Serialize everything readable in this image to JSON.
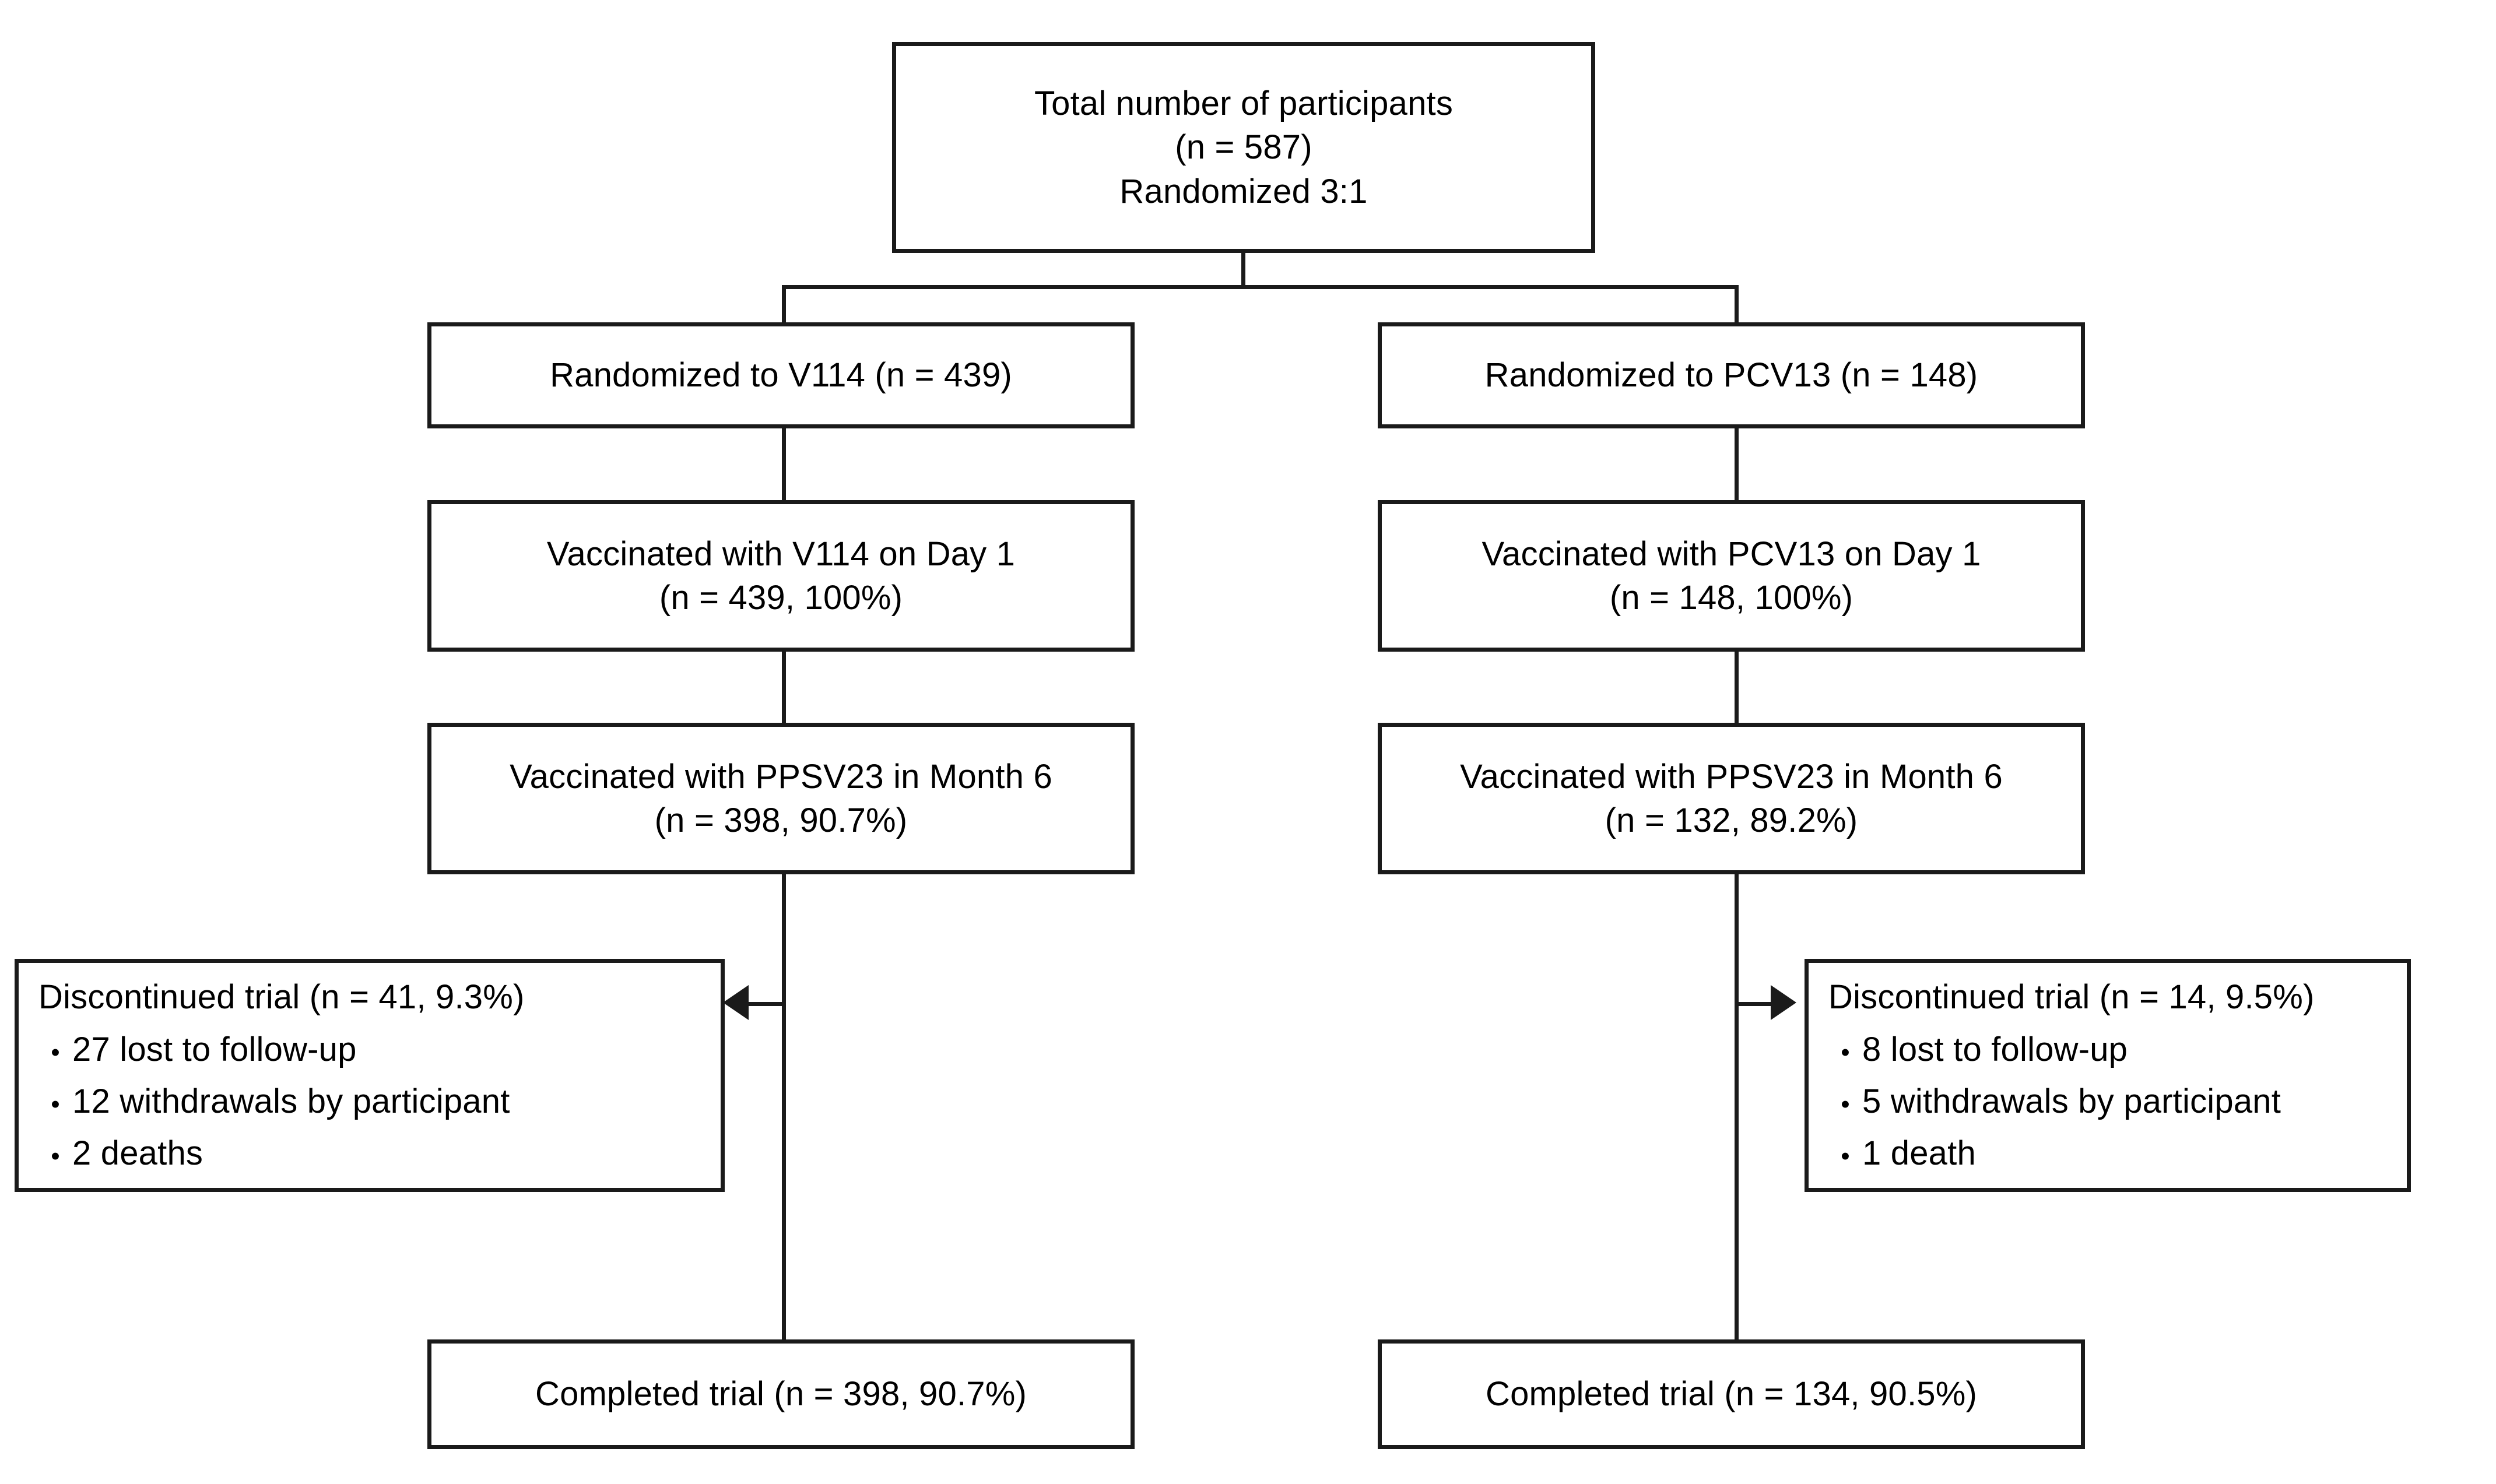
{
  "diagram": {
    "type": "flowchart",
    "title": "Clinical trial participant disposition flow diagram",
    "accent_color": "#1a1a1a",
    "background_color": "#ffffff",
    "nodes": {
      "total": {
        "line1": "Total number of participants",
        "line2": "(n = 587)",
        "line3": "Randomized 3:1"
      },
      "rand_v114": {
        "line1": "Randomized to V114 (n = 439)"
      },
      "rand_pcv13": {
        "line1": "Randomized to PCV13 (n = 148)"
      },
      "vacc_v114_day1": {
        "line1": "Vaccinated with V114 on Day 1",
        "line2": "(n = 439, 100%)"
      },
      "vacc_pcv13_day1": {
        "line1": "Vaccinated with PCV13 on Day 1",
        "line2": "(n = 148, 100%)"
      },
      "ppsv23_v114": {
        "line1": "Vaccinated with PPSV23 in Month 6",
        "line2": "(n = 398, 90.7%)"
      },
      "ppsv23_pcv13": {
        "line1": "Vaccinated with PPSV23 in Month 6",
        "line2": "(n = 132, 89.2%)"
      },
      "disc_v114": {
        "heading": "Discontinued trial (n = 41, 9.3%)",
        "bullet_glyph": "•",
        "bullets": [
          "27 lost to follow-up",
          "12 withdrawals by participant",
          "2 deaths"
        ]
      },
      "disc_pcv13": {
        "heading": "Discontinued trial (n = 14, 9.5%)",
        "bullet_glyph": "•",
        "bullets": [
          "8 lost to follow-up",
          "5 withdrawals by participant",
          "1 death"
        ]
      },
      "completed_v114": {
        "line1": "Completed trial (n = 398, 90.7%)"
      },
      "completed_pcv13": {
        "line1": "Completed trial (n = 134, 90.5%)"
      }
    }
  }
}
